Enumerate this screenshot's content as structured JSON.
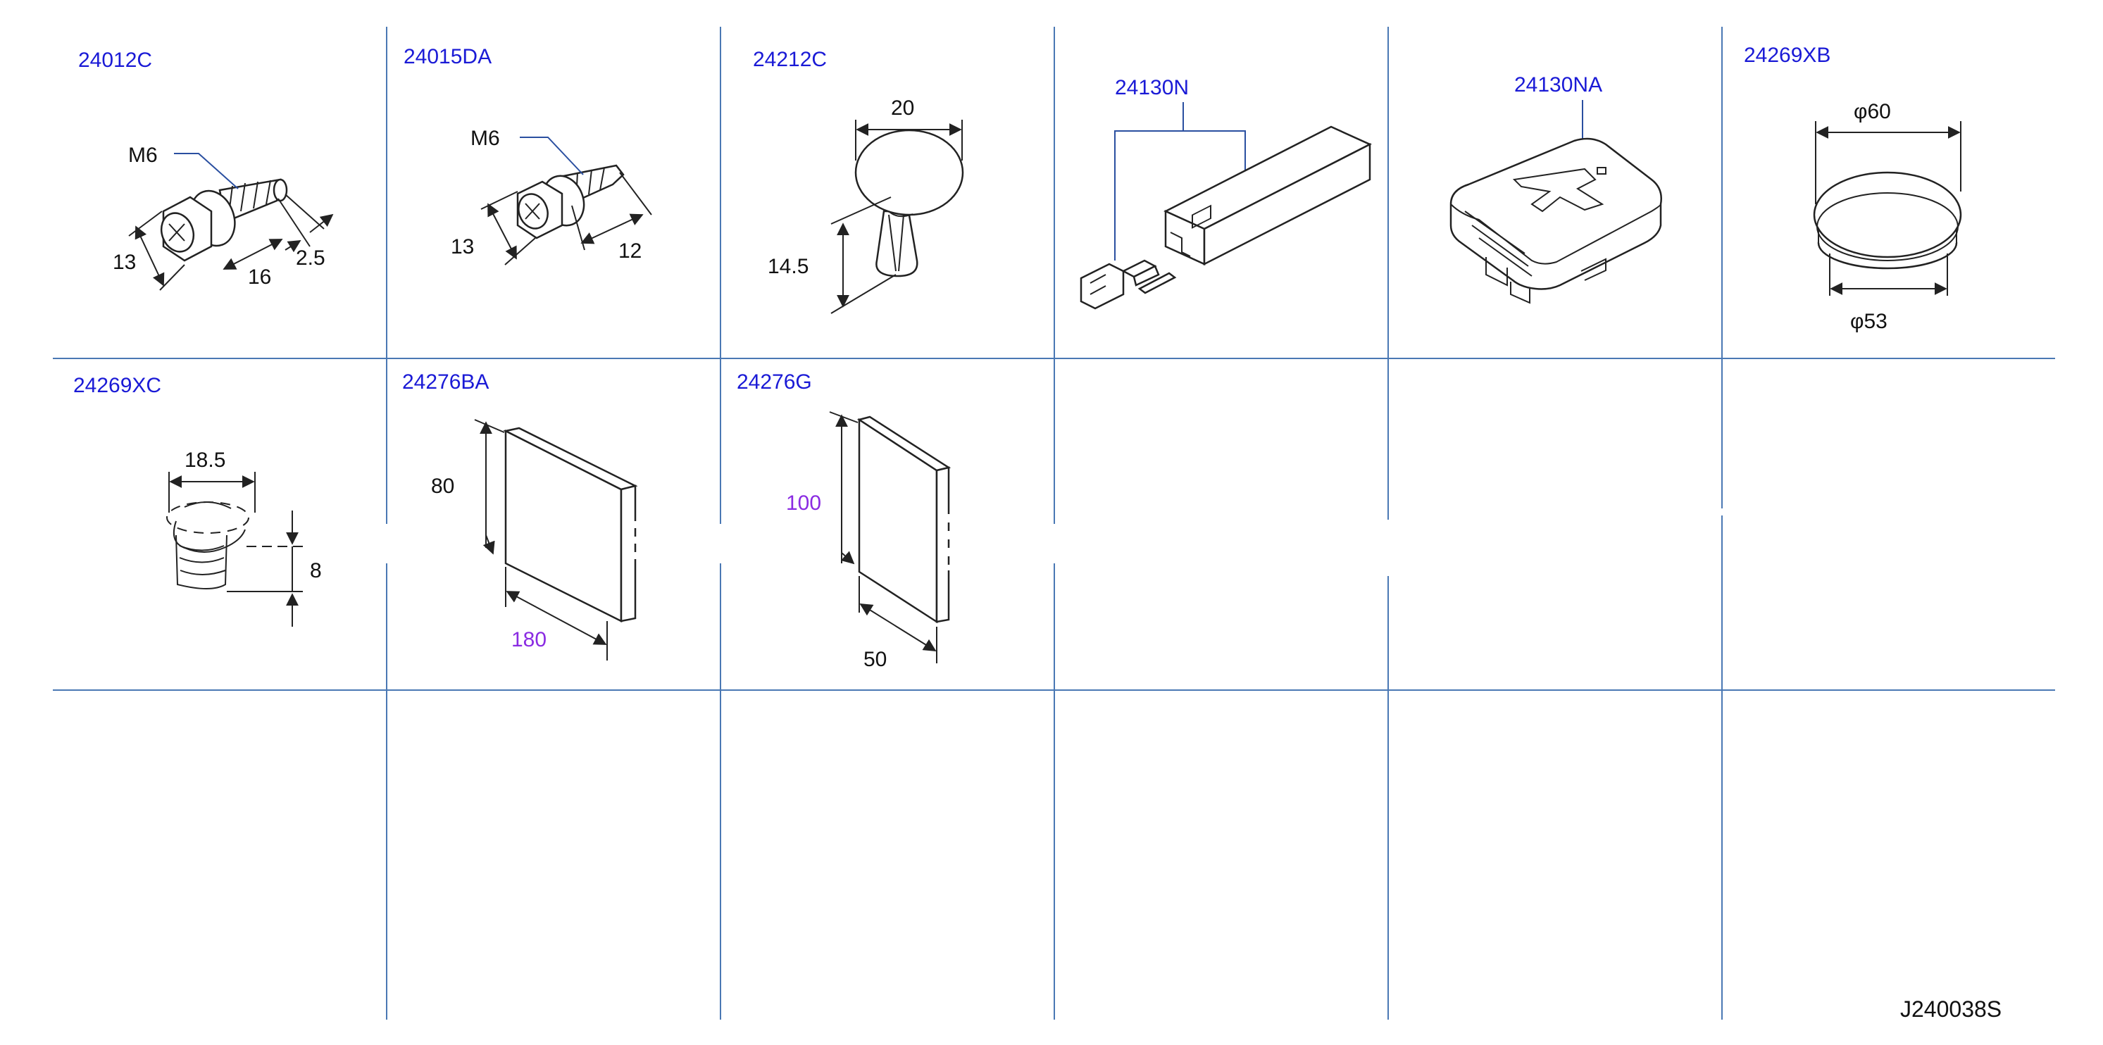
{
  "parts": [
    {
      "code": "24012C",
      "dims": [
        "M6",
        "13",
        "16",
        "2.5"
      ]
    },
    {
      "code": "24015DA",
      "dims": [
        "M6",
        "13",
        "12"
      ]
    },
    {
      "code": "24212C",
      "dims": [
        "20",
        "14.5"
      ]
    },
    {
      "code": "24130N",
      "dims": []
    },
    {
      "code": "24130NA",
      "dims": []
    },
    {
      "code": "24269XB",
      "dims": [
        "φ60",
        "φ53"
      ]
    },
    {
      "code": "24269XC",
      "dims": [
        "18.5",
        "8"
      ]
    },
    {
      "code": "24276BA",
      "dims": [
        "80",
        "180"
      ]
    },
    {
      "code": "24276G",
      "dims": [
        "100",
        "50"
      ]
    }
  ],
  "reference": "J240038S",
  "colors": {
    "code": "#1a1ad6",
    "grid": "#4a78b4",
    "highlight_dim": "#8a2be2",
    "line": "#222222"
  }
}
